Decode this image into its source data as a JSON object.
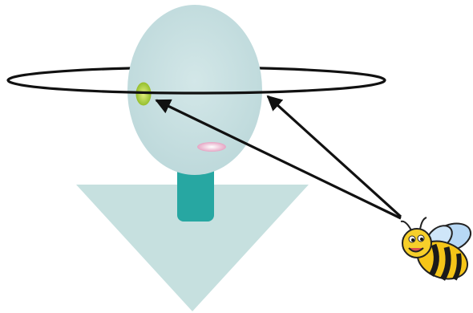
{
  "figure": {
    "colors": {
      "skin": "#c7dfe0",
      "skin_shade": "#b6d4d6",
      "neck": "#2aa8a4",
      "eye_outer": "#a9cc3a",
      "eye_inner": "#d8ec7a",
      "mouth": "#e6a9c8",
      "ring": "#111111",
      "arrow": "#111111",
      "bee_body": "#f5c518",
      "bee_stripe": "#1a1a1a",
      "bee_wing": "#a9cff0"
    },
    "icons": {
      "head": "head-oval",
      "torso": "torso-triangle",
      "ring": "horizontal-ring",
      "bee": "bee-icon"
    }
  }
}
